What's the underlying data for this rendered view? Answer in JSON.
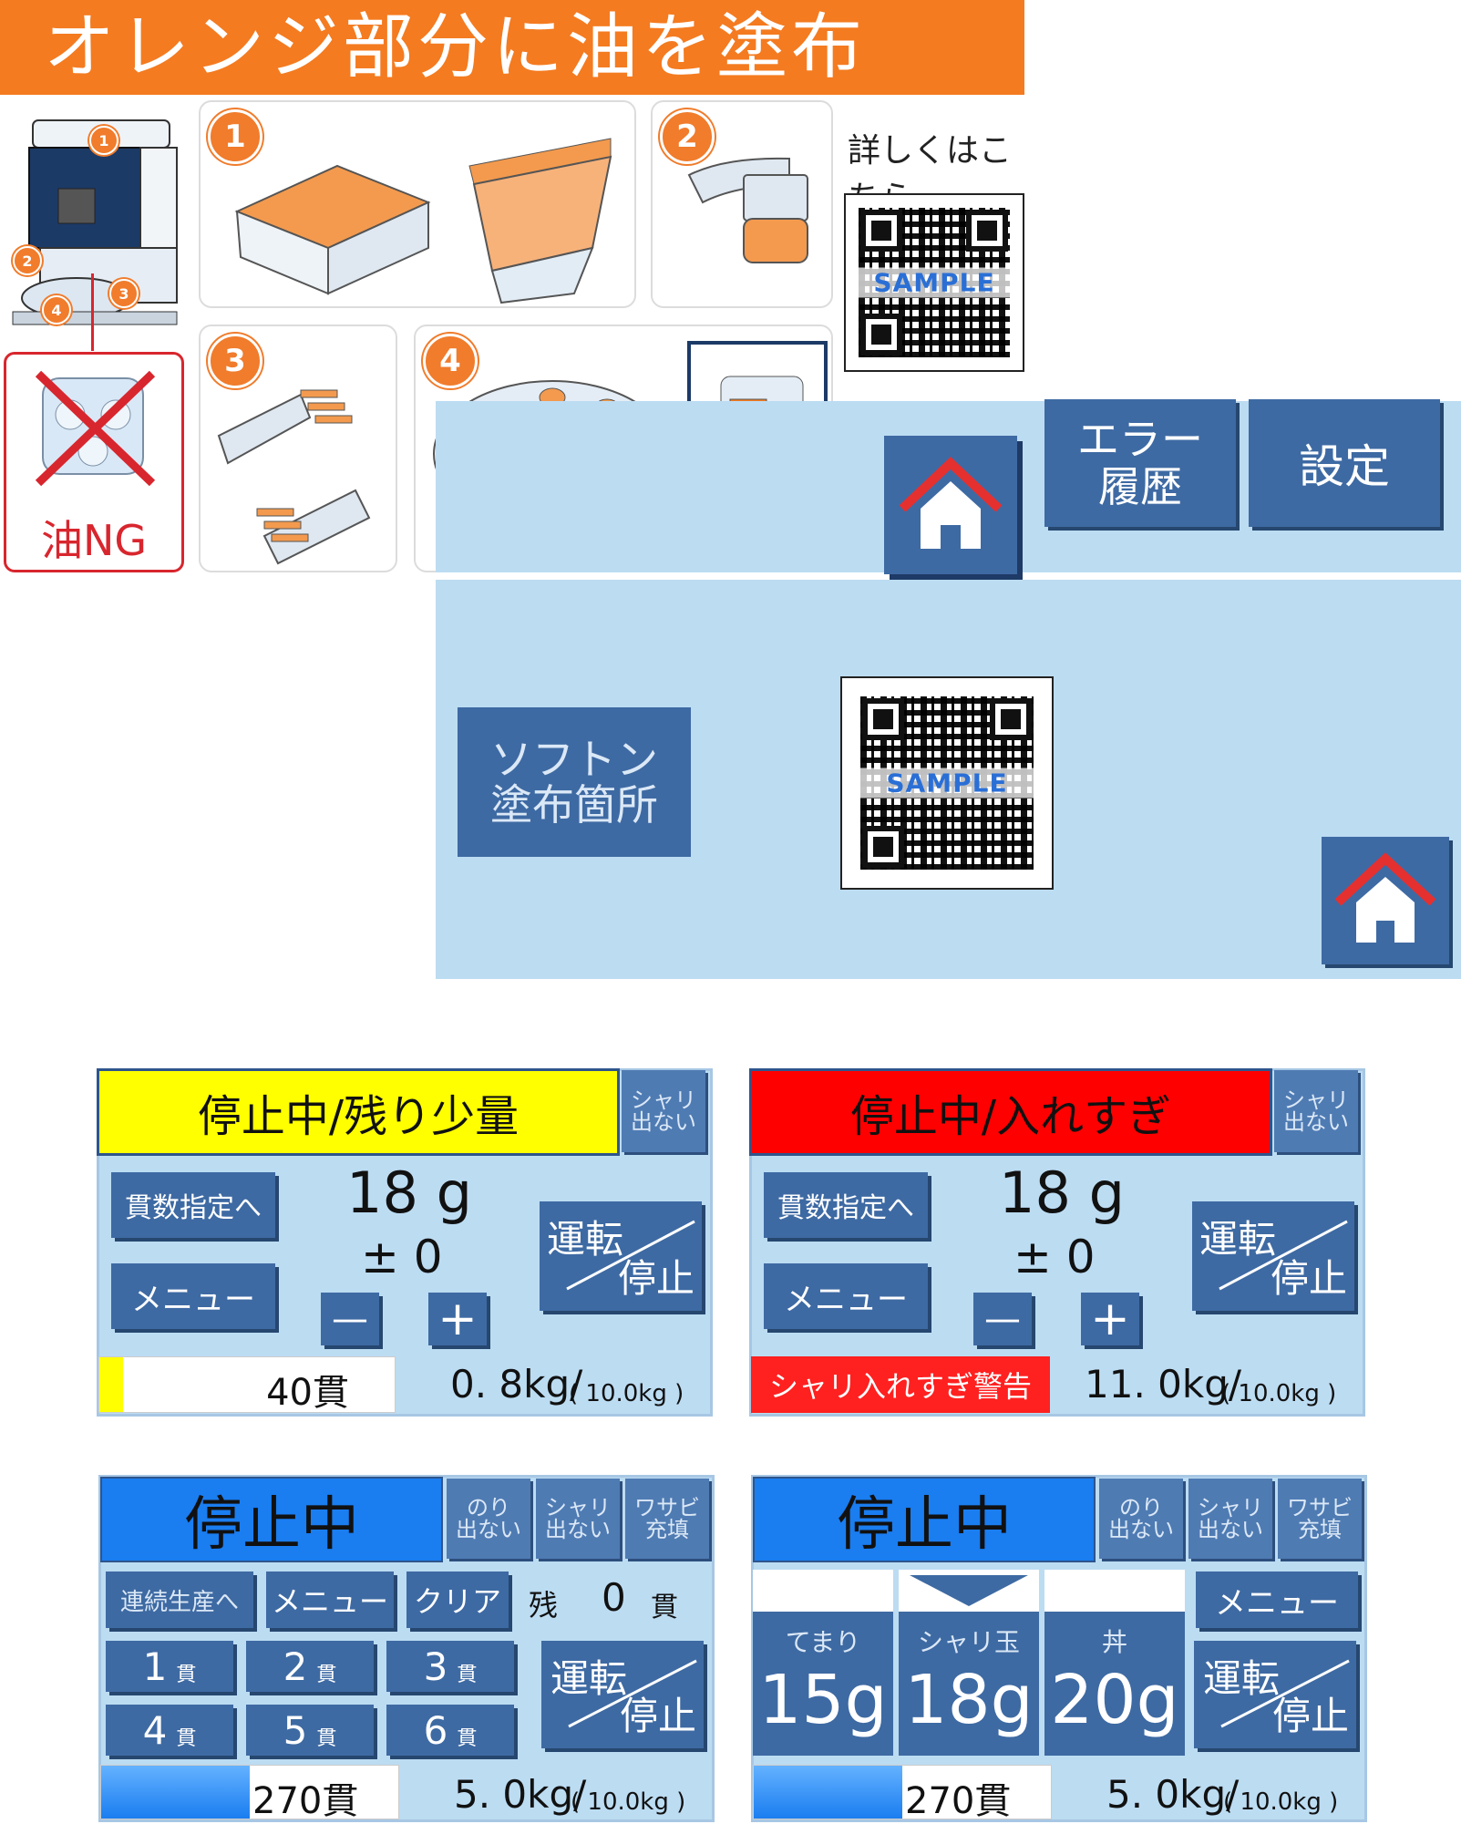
{
  "manual": {
    "banner": "オレンジ部分に油を塗布",
    "ng_label": "油NG",
    "detail_label": "詳しくはこちら",
    "qr_sample": "SAMPLE",
    "steps": [
      "1",
      "2",
      "3",
      "4"
    ],
    "callouts": [
      "1",
      "2",
      "3",
      "4"
    ]
  },
  "menu_screen": {
    "error_history": "エラー\n履歴",
    "settings": "設定",
    "softon_button": "ソフトン\n塗布箇所",
    "qr_sample": "SAMPLE",
    "home_icon": "home-icon"
  },
  "screen_a": {
    "status": "停止中/残り少量",
    "status_color": "#ffff00",
    "shari_label": "シャリ\n出ない",
    "kansu_button": "貫数指定へ",
    "menu_button": "メニュー",
    "weight": "18 g",
    "tolerance": "± 0",
    "minus": "—",
    "plus": "+",
    "run_label": "運転",
    "stop_label": "停止",
    "count": "40貫",
    "level_fraction": 0.08,
    "kg": "0. 8kg/",
    "capacity": "( 10.0kg )"
  },
  "screen_b": {
    "status": "停止中/入れすぎ",
    "status_color": "#ff0000",
    "shari_label": "シャリ\n出ない",
    "kansu_button": "貫数指定へ",
    "menu_button": "メニュー",
    "weight": "18 g",
    "tolerance": "± 0",
    "minus": "—",
    "plus": "+",
    "run_label": "運転",
    "stop_label": "停止",
    "warning": "シャリ入れすぎ警告",
    "kg": "11. 0kg/",
    "capacity": "( 10.0kg )"
  },
  "screen_c": {
    "status": "停止中",
    "nori_label": "のり\n出ない",
    "shari_label": "シャリ\n出ない",
    "wasabi_label": "ワサビ\n充填",
    "continuous_button": "連続生産へ",
    "menu_button": "メニュー",
    "clear_button": "クリア",
    "remain_label": "残",
    "remain_value": "0",
    "remain_unit": "貫",
    "count_buttons": [
      {
        "num": "1",
        "unit": "貫"
      },
      {
        "num": "2",
        "unit": "貫"
      },
      {
        "num": "3",
        "unit": "貫"
      },
      {
        "num": "4",
        "unit": "貫"
      },
      {
        "num": "5",
        "unit": "貫"
      },
      {
        "num": "6",
        "unit": "貫"
      }
    ],
    "run_label": "運転",
    "stop_label": "停止",
    "count": "270貫",
    "level_fraction": 0.5,
    "kg": "5. 0kg/",
    "capacity": "( 10.0kg )"
  },
  "screen_d": {
    "status": "停止中",
    "nori_label": "のり\n出ない",
    "shari_label": "シャリ\n出ない",
    "wasabi_label": "ワサビ\n充填",
    "menu_button": "メニュー",
    "presets": [
      {
        "name": "てまり",
        "weight": "15g"
      },
      {
        "name": "シャリ玉",
        "weight": "18g"
      },
      {
        "name": "丼",
        "weight": "20g"
      }
    ],
    "run_label": "運転",
    "stop_label": "停止",
    "count": "270貫",
    "level_fraction": 0.5,
    "kg": "5. 0kg/",
    "capacity": "( 10.0kg )"
  },
  "colors": {
    "panel_bg": "#bcdcf2",
    "button": "#3e6aa3",
    "status_blue": "#1a7df0",
    "orange": "#f47b20"
  }
}
